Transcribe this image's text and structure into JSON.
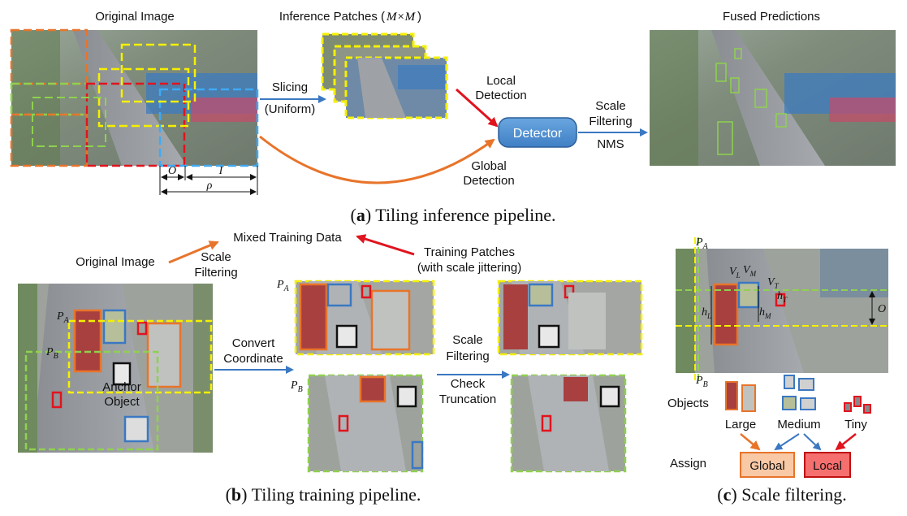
{
  "top": {
    "original_image_label": "Original Image",
    "inference_patches_label_prefix": "Inference Patches (",
    "inference_patches_label_var": "M×M",
    "inference_patches_label_suffix": ")",
    "fused_predictions_label": "Fused Predictions",
    "slicing_label": "Slicing",
    "uniform_label": "(Uniform)",
    "local_detection_line1": "Local",
    "local_detection_line2": "Detection",
    "global_detection_line1": "Global",
    "global_detection_line2": "Detection",
    "detector_label": "Detector",
    "scale_filtering_line1": "Scale",
    "scale_filtering_line2": "Filtering",
    "nms_label": "NMS",
    "dim_o": "O",
    "dim_i": "I",
    "dim_rho": "ρ"
  },
  "captions": {
    "a_letter": "a",
    "a_text": " Tiling inference pipeline.",
    "b_letter": "b",
    "b_text": " Tiling training pipeline.",
    "c_letter": "c",
    "c_text": " Scale filtering."
  },
  "bottom": {
    "mixed_training_data": "Mixed Training Data",
    "original_image": "Original Image",
    "scale_filtering_line1": "Scale",
    "scale_filtering_line2": "Filtering",
    "training_patches_line1": "Training Patches",
    "training_patches_line2": "(with scale jittering)",
    "pa": "P",
    "pa_sub": "A",
    "pb": "P",
    "pb_sub": "B",
    "anchor_line1": "Anchor",
    "anchor_line2": "Object",
    "convert_line1": "Convert",
    "convert_line2": "Coordinate",
    "scale2_line1": "Scale",
    "scale2_line2": "Filtering",
    "check_line1": "Check",
    "check_line2": "Truncation"
  },
  "panel_c": {
    "objects": "Objects",
    "large": "Large",
    "medium": "Medium",
    "tiny": "Tiny",
    "assign": "Assign",
    "global": "Global",
    "local": "Local",
    "o": "O",
    "vl": "V",
    "vl_sub": "L",
    "vm": "V",
    "vm_sub": "M",
    "vt": "V",
    "vt_sub": "T",
    "hl": "h",
    "hl_sub": "L",
    "hm": "h",
    "hm_sub": "M",
    "ht": "h",
    "ht_sub": "T"
  },
  "colors": {
    "orange": "#e8742a",
    "red": "#e0141e",
    "blue": "#3b78c2",
    "yellow": "#f5f000",
    "green": "#8fd14f",
    "detector_fill": "#4f8fcf",
    "global_fill": "#f9c9a6",
    "local_fill": "#f56f6f"
  }
}
